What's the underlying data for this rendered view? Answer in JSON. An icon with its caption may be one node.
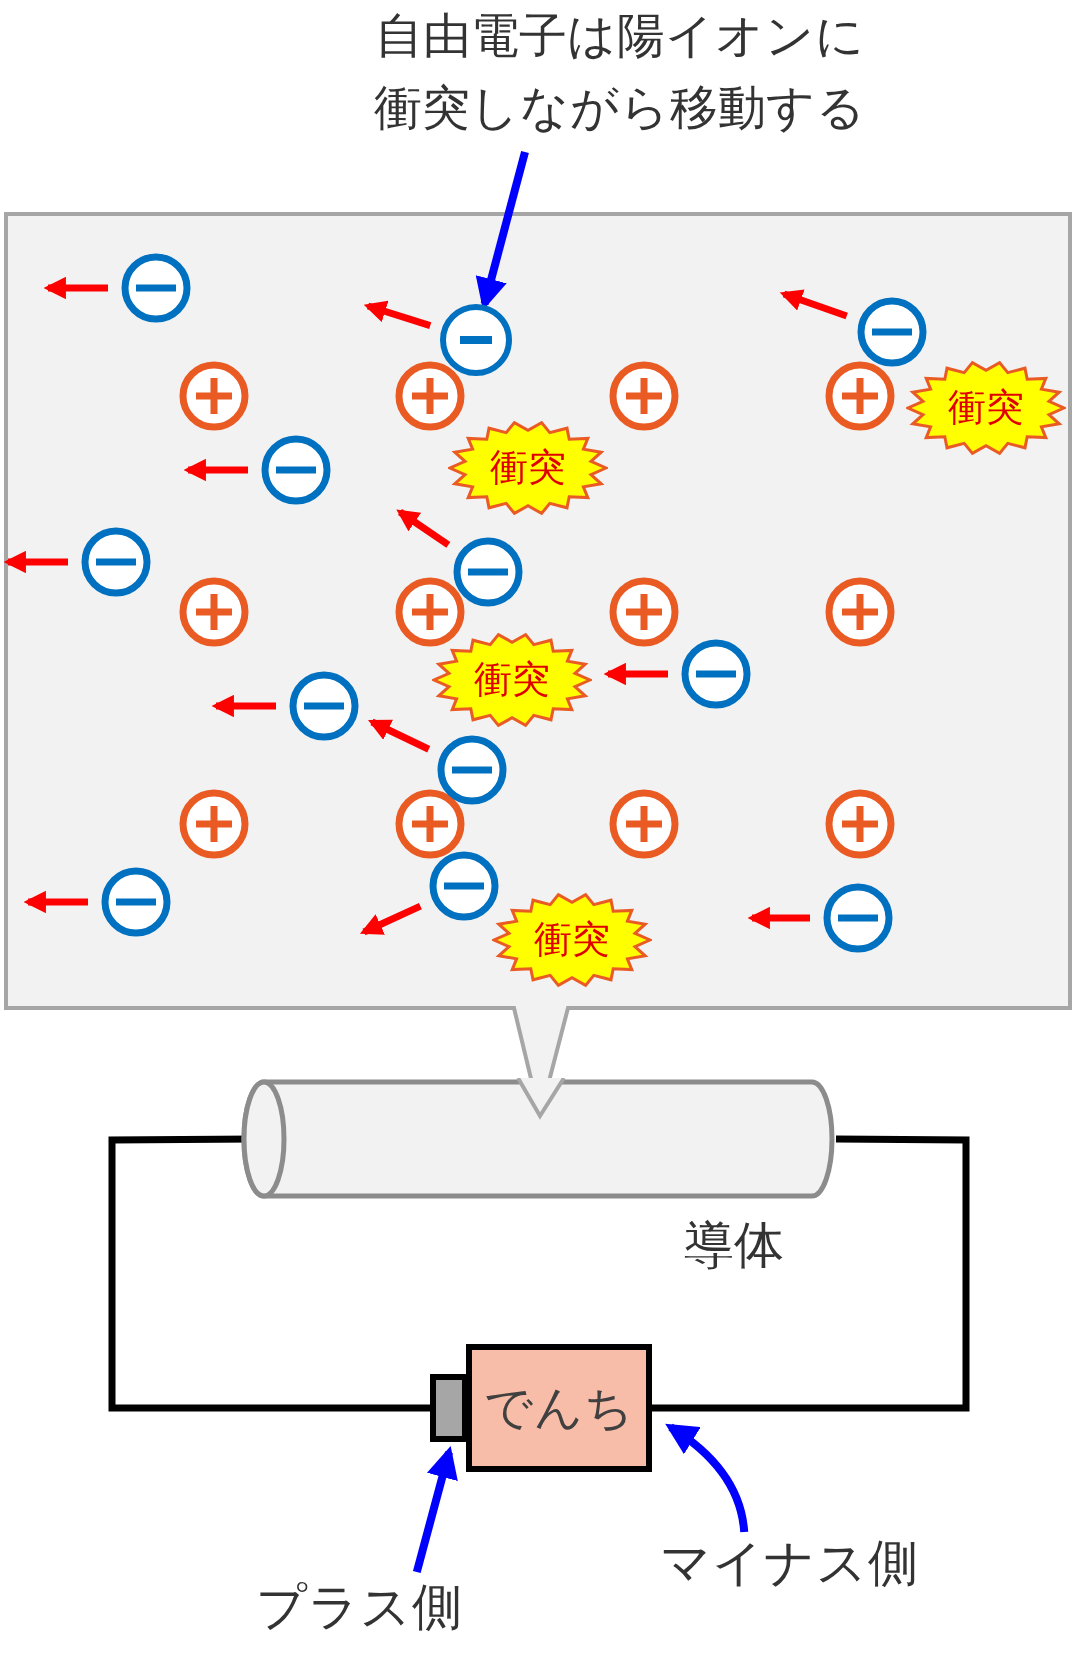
{
  "diagram": {
    "nodes": [
      {
        "text": [
          "自由電子は陽イオンに衝突しながら移動する"
        ]
      },
      {
        "text": [],
        "shape": "circle"
      },
      {
        "text": [
          "衝突"
        ]
      },
      {
        "text": [
          "衝突"
        ]
      },
      {
        "text": [
          "衝突"
        ]
      },
      {
        "text": [
          "衝突"
        ]
      },
      {
        "text": [
          "でんち"
        ]
      },
      {
        "text": [],
        "shape": "box"
      },
      {
        "text": [
          "プラス側"
        ]
      },
      {
        "text": [
          "マイナス側"
        ]
      },
      {
        "text": [],
        "shape": "cylinder"
      }
    ],
    "edges": [
      {
        "from": 0,
        "to": 1,
        "arrow": "to"
      },
      {
        "from": 8,
        "to": 7,
        "arrow": "to"
      },
      {
        "from": 9,
        "to": 6,
        "arrow": "to"
      },
      {
        "from": 7,
        "to": 10,
        "arrow": "none",
        "color": "#000000"
      },
      {
        "from": 6,
        "to": 10,
        "arrow": "none",
        "color": "#000000"
      }
    ],
    "labels": [
      "導体"
    ]
  }
}
